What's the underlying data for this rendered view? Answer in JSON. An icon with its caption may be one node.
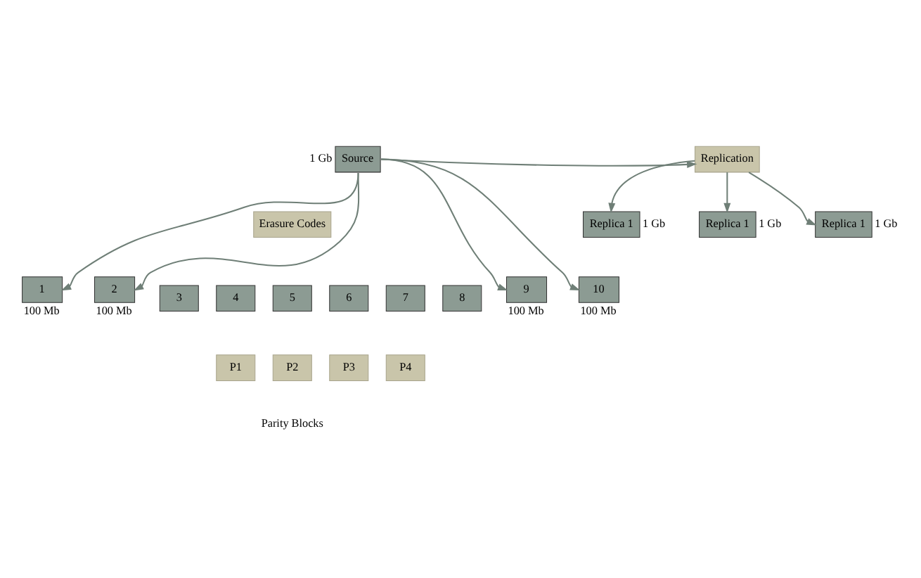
{
  "diagram": {
    "nodes": [
      {
        "text": [
          "Source"
        ],
        "beside": [
          "1 Gb"
        ]
      },
      {
        "text": [
          "Replication"
        ]
      },
      {
        "text": [
          "Replica 1"
        ],
        "beside": [
          "1 Gb"
        ]
      },
      {
        "text": [
          "Replica 1"
        ],
        "beside": [
          "1 Gb"
        ]
      },
      {
        "text": [
          "Replica 1"
        ],
        "beside": [
          "1 Gb"
        ]
      },
      {
        "text": [
          "Erasure Codes"
        ]
      },
      {
        "text": [
          "1"
        ],
        "beside": [
          "100 Mb"
        ]
      },
      {
        "text": [
          "2"
        ],
        "beside": [
          "100 Mb"
        ]
      },
      {
        "text": [
          "3"
        ]
      },
      {
        "text": [
          "4"
        ]
      },
      {
        "text": [
          "5"
        ]
      },
      {
        "text": [
          "6"
        ]
      },
      {
        "text": [
          "7"
        ]
      },
      {
        "text": [
          "8"
        ]
      },
      {
        "text": [
          "9"
        ],
        "beside": [
          "100 Mb"
        ]
      },
      {
        "text": [
          "10"
        ],
        "beside": [
          "100 Mb"
        ]
      },
      {
        "text": [
          "P1"
        ]
      },
      {
        "text": [
          "P2"
        ]
      },
      {
        "text": [
          "P3"
        ]
      },
      {
        "text": [
          "P4"
        ]
      }
    ],
    "edges": [
      {
        "from": 0,
        "to": 1,
        "arrow": "to"
      },
      {
        "from": 1,
        "to": 2,
        "arrow": "to"
      },
      {
        "from": 1,
        "to": 3,
        "arrow": "to"
      },
      {
        "from": 1,
        "to": 4,
        "arrow": "to"
      },
      {
        "from": 0,
        "to": 6,
        "arrow": "to"
      },
      {
        "from": 0,
        "to": 7,
        "arrow": "to"
      },
      {
        "from": 0,
        "to": 14,
        "arrow": "to"
      },
      {
        "from": 0,
        "to": 15,
        "arrow": "to"
      }
    ],
    "labels": [
      "Parity Blocks"
    ]
  }
}
